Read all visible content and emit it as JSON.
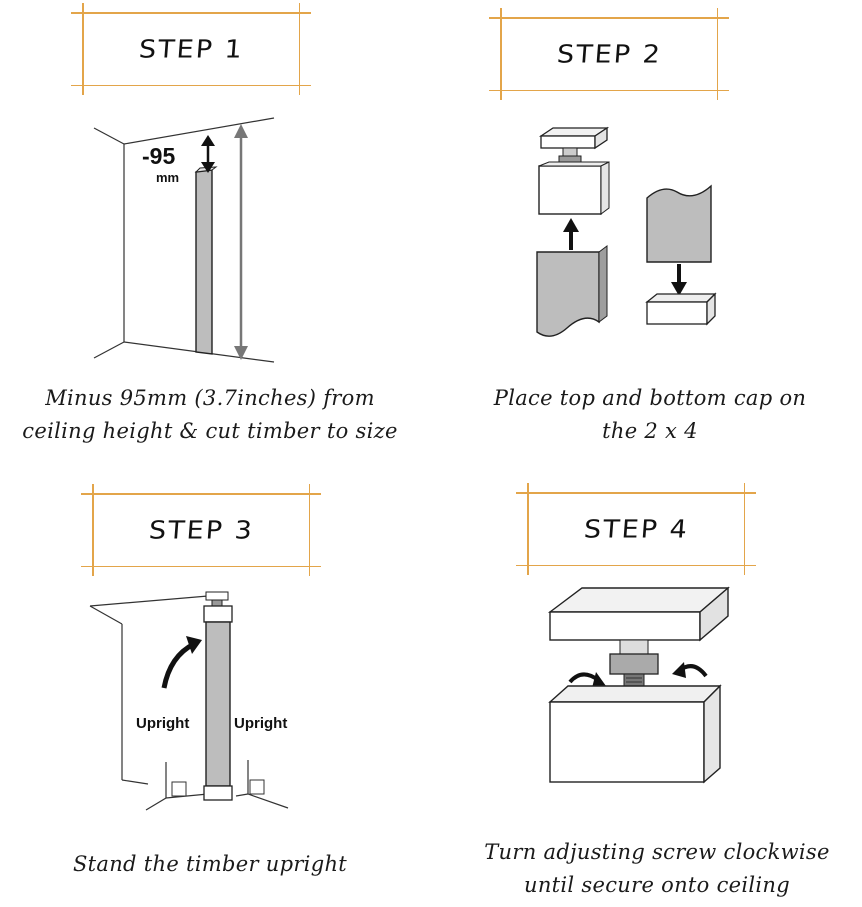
{
  "steps": [
    {
      "title": "STEP 1",
      "caption_line1": "Minus 95mm (3.7inches) from",
      "caption_line2": "ceiling height & cut timber to size",
      "measure_value": "-95",
      "measure_unit": "mm"
    },
    {
      "title": "STEP 2",
      "caption_line1": "Place top and bottom cap on",
      "caption_line2": "the 2 x 4"
    },
    {
      "title": "STEP 3",
      "caption_line1": "Stand the timber upright",
      "label_left": "Upright",
      "label_right": "Upright"
    },
    {
      "title": "STEP 4",
      "caption_line1": "Turn adjusting screw clockwise",
      "caption_line2": "until secure onto ceiling"
    }
  ],
  "colors": {
    "box_border": "#e3a54a",
    "timber": "#bdbdbd",
    "line": "#222222"
  }
}
